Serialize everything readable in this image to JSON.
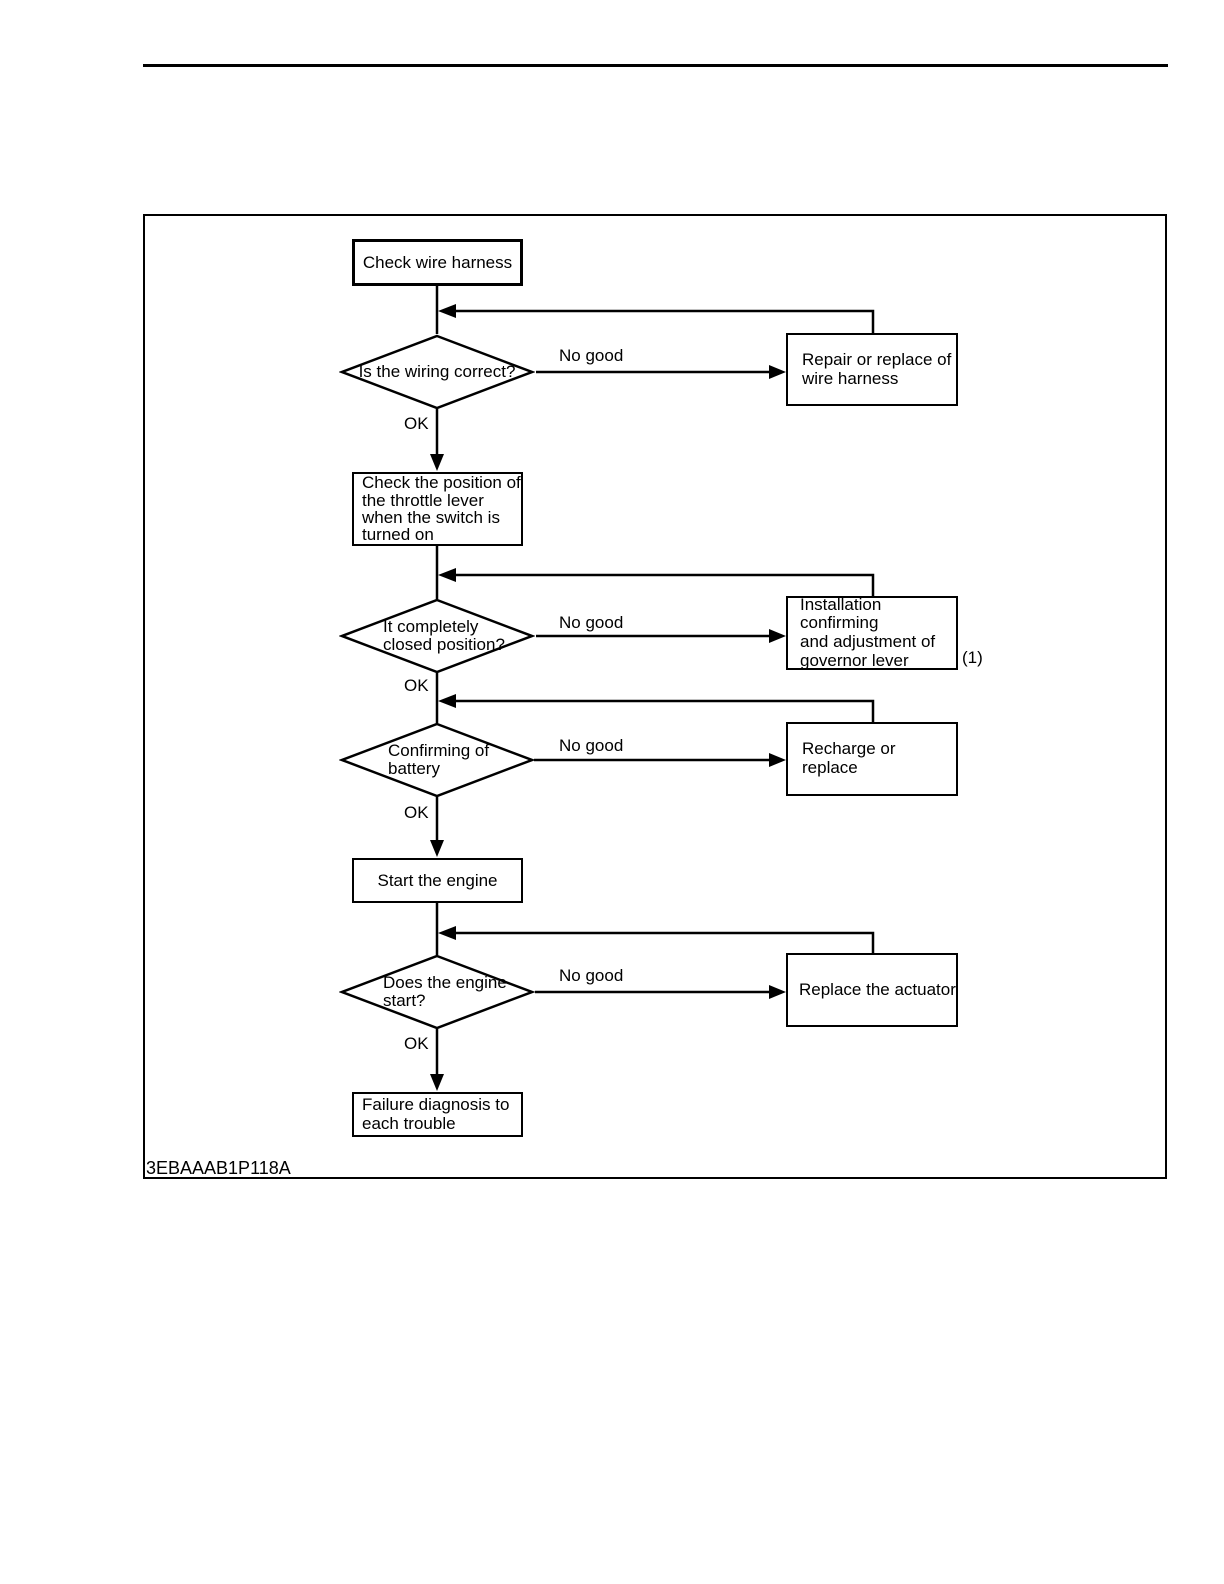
{
  "colors": {
    "ink": "#000000",
    "paper": "#ffffff"
  },
  "figure_code": "3EBAAAB1P118A",
  "flowchart": {
    "branch_no_label": "No good",
    "branch_yes_label": "OK",
    "nodes": {
      "check_wire_harness": {
        "label": "Check wire harness"
      },
      "wiring_correct": {
        "lines": [
          "Is the wiring correct?"
        ]
      },
      "repair_wire_harness": {
        "lines": [
          "Repair or replace of",
          "wire harness"
        ]
      },
      "check_throttle_position": {
        "lines": [
          "Check the position of",
          "the throttle lever",
          "when the switch is",
          "turned on"
        ]
      },
      "completely_closed": {
        "lines": [
          "It completely",
          "closed position?"
        ]
      },
      "governor_lever_adjust": {
        "lines": [
          "Installation confirming",
          "and adjustment of",
          "governor lever"
        ],
        "note": "(1)"
      },
      "confirming_battery": {
        "lines": [
          "Confirming of",
          "battery"
        ]
      },
      "recharge_or_replace": {
        "lines": [
          "Recharge or replace"
        ]
      },
      "start_engine": {
        "label": "Start the engine"
      },
      "does_engine_start": {
        "lines": [
          "Does the engine",
          "start?"
        ]
      },
      "replace_actuator": {
        "lines": [
          "Replace the actuator"
        ]
      },
      "failure_diagnosis": {
        "lines": [
          "Failure diagnosis to",
          "each trouble"
        ]
      }
    }
  }
}
